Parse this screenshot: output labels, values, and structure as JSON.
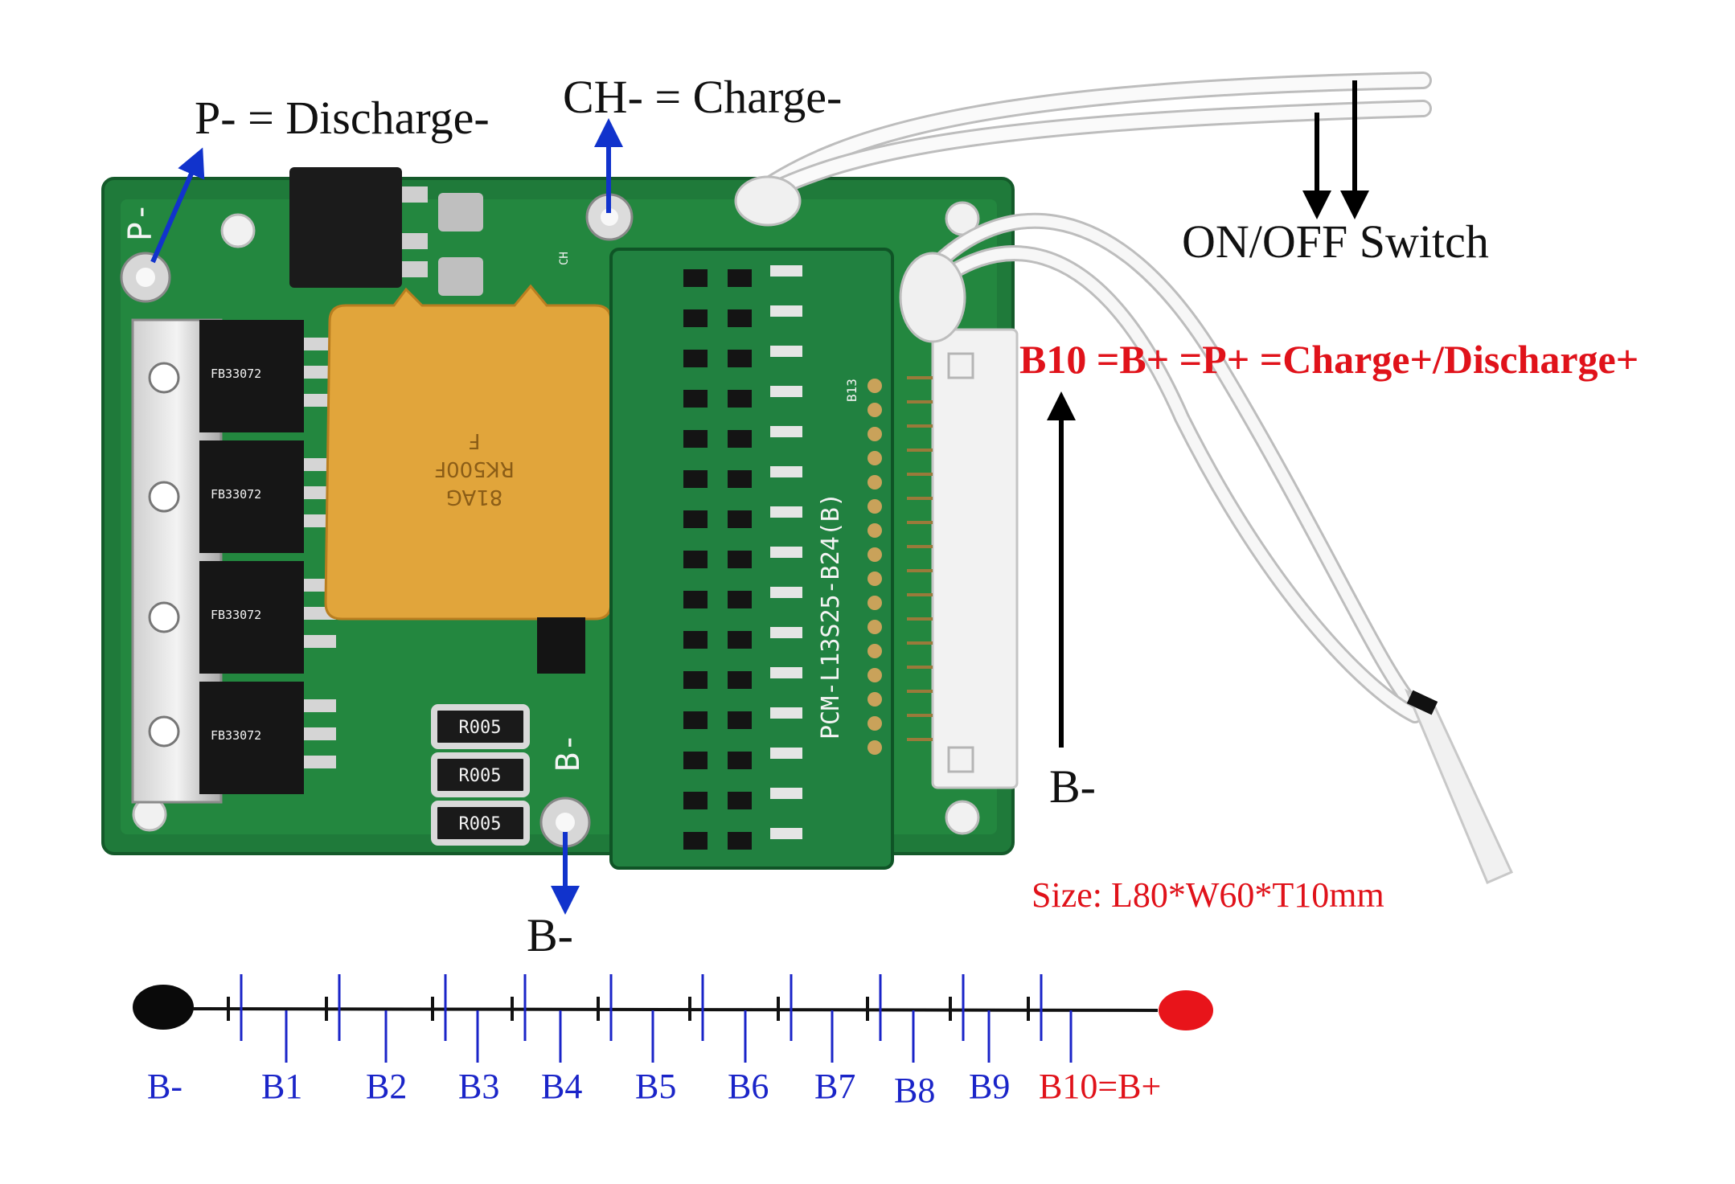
{
  "labels": {
    "p_minus": "P- = Discharge-",
    "ch_minus": "CH- = Charge-",
    "on_off_switch": "ON/OFF Switch",
    "b10_label": "B10 =B+ =P+ =Charge+/Discharge+",
    "b_minus_right": "B-",
    "b_minus_bottom": "B-",
    "size": "Size: L80*W60*T10mm"
  },
  "board": {
    "model": "PCM-L13S25-B24(B)",
    "capacitor_lines": [
      "81AG",
      "RK500F",
      "F"
    ],
    "mosfet_text": "FB33072",
    "resistor_text": "R005",
    "pad_p": "P-",
    "pad_b": "B-",
    "pad_ch": "CH",
    "pad_b13": "B13"
  },
  "cell_chain": {
    "labels": [
      "B-",
      "B1",
      "B2",
      "B3",
      "B4",
      "B5",
      "B6",
      "B7",
      "B8",
      "B9",
      "B10=B+"
    ],
    "colors": {
      "negative": "#0a0a0a",
      "positive": "#e8141a",
      "label_blue": "#1a24c8",
      "label_red": "#e0121a"
    }
  },
  "colors": {
    "pcb_green": "#1f7a3a",
    "arrow_blue": "#1133cc",
    "capacitor": "#e1a53b"
  }
}
